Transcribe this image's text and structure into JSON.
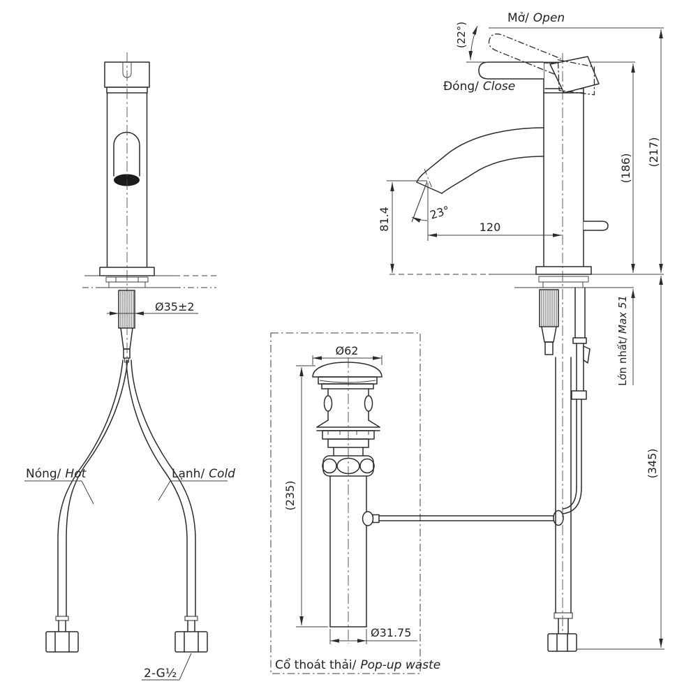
{
  "labels": {
    "open": {
      "vi": "Mở/",
      "en": "Open"
    },
    "close": {
      "vi": "Đóng/",
      "en": "Close"
    },
    "hot": {
      "vi": "Nóng/",
      "en": "Hot"
    },
    "cold": {
      "vi": "Lạnh/",
      "en": "Cold"
    },
    "popup_waste": {
      "vi": "Cổ thoát thải/",
      "en": "Pop-up waste"
    },
    "max_deck_thickness": {
      "vi": "Lớn nhất/",
      "en": "Max 51"
    },
    "supply_connector": "2-G½"
  },
  "dimensions": {
    "handle_open_angle": "(22°)",
    "height_to_handle_closed": "(186)",
    "height_to_handle_open": "(217)",
    "outlet_height": "81.4",
    "outlet_angle": "23°",
    "spout_reach": "120",
    "shank_diameter": "Ø35±2",
    "hose_length": "(345)",
    "popup_cap_diameter": "Ø62",
    "popup_length": "(235)",
    "popup_pipe_diameter": "Ø31.75"
  },
  "colors": {
    "line": "#2b2b2b",
    "background": "#ffffff",
    "outlet_fill": "#1a1a1a"
  }
}
